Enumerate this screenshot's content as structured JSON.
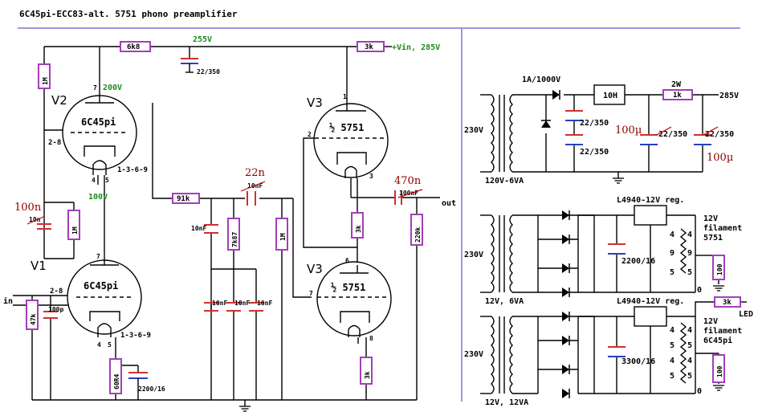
{
  "title": "6C45pi-ECC83-alt. 5751 phono preamplifier",
  "colors": {
    "frame": "#9999dd",
    "resistor": "#a23fb8",
    "voltage": "#1e8a1e",
    "note": "#8b0000",
    "capacitor": "#d03030",
    "electrolytic": "#2840c0"
  },
  "amp": {
    "v2": {
      "name": "V2",
      "type": "6C45pi",
      "pin_plate": "7",
      "pin_grid": "2-8",
      "pin_cathode": "1-3-6-9",
      "pin_heater_a": "4",
      "pin_heater_b": "5",
      "plate_voltage": "200V"
    },
    "v1": {
      "name": "V1",
      "type": "6C45pi",
      "pin_plate": "7",
      "pin_grid": "2-8",
      "pin_cathode": "1-3-6-9",
      "pin_heater_a": "4",
      "pin_heater_b": "5"
    },
    "v3a": {
      "name": "V3",
      "type": "½ 5751",
      "pin_plate": "1",
      "pin_grid": "2",
      "pin_cathode": "3"
    },
    "v3b": {
      "name": "V3",
      "type": "½ 5751",
      "pin_plate": "6",
      "pin_grid": "7",
      "pin_cathode": "8"
    },
    "r_6k8": "6k8",
    "r_1m_top": "1M",
    "r_3k_top": "3k",
    "r_91k": "91k",
    "r_1m_left": "1M",
    "r_7k87": "7k87",
    "r_1m_mid": "1M",
    "r_3k_mid": "3k",
    "r_220k": "220k",
    "r_47k": "47k",
    "r_60r4": "60R4",
    "r_3k_bot": "3k",
    "c_22_350": "22/350",
    "c_2200_16": "2200/16",
    "c_10nf_a": "10nF",
    "c_10nf_b": "10nF",
    "c_10nf_c": "10nF",
    "c_10nf_d": "10nF",
    "c_10nf_top": "10nF",
    "c_100nf": "100nF",
    "c_10n": "10n",
    "c_100p": "100p",
    "v_255": "255V",
    "v_plus": "+Vin, 285V",
    "v_100": "100V",
    "note_22n": "22n",
    "note_470n": "470n",
    "note_100n": "100n",
    "in_label": "in",
    "out_label": "out"
  },
  "psu_hv": {
    "mains": "230V",
    "secondary": "120V-6VA",
    "fuse_diode": "1A/1000V",
    "choke": "10H",
    "r_1k": "1k",
    "r_power": "2W",
    "out_v": "285V",
    "c1": "22/350",
    "c2": "22/350",
    "c3": "22/350",
    "c4": "22/350",
    "note_100u_a": "100µ",
    "note_100u_b": "100µ"
  },
  "psu_5751": {
    "mains": "230V",
    "secondary": "12V, 6VA",
    "reg": "L4940-12V reg.",
    "cap": "2200/16",
    "fil_v": "12V",
    "fil_word": "filament",
    "fil_tube": "5751",
    "r_100": "100",
    "pin_4a": "4",
    "pin_4b": "4",
    "pin_9": "9",
    "pin_9b": "9",
    "pin_5a": "5",
    "pin_5b": "5",
    "zero": "0"
  },
  "psu_6c45": {
    "mains": "230V",
    "secondary": "12V, 12VA",
    "reg": "L4940-12V reg.",
    "cap": "3300/16",
    "fil_v": "12V",
    "fil_word": "filament",
    "fil_tube": "6C45pi",
    "r_100": "100",
    "r_3k": "3k",
    "led": "LED",
    "pin_4a": "4",
    "pin_4b": "4",
    "pin_5a": "5",
    "pin_5b": "5",
    "pin_4c": "4",
    "pin_4d": "4",
    "pin_5c": "5",
    "pin_5d": "5",
    "zero": "0"
  }
}
